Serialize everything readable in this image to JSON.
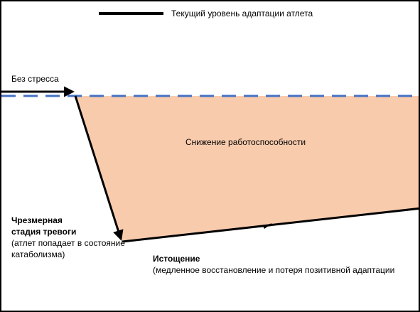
{
  "legend": {
    "label": "Текущий уровень адаптации атлета"
  },
  "labels": {
    "no_stress": "Без стресса",
    "performance_decline": "Снижение работоспособности",
    "alarm_title_line1": "Чрезмерная",
    "alarm_title_line2": "стадия тревоги",
    "alarm_desc_line1": "(атлет попадает в состояние",
    "alarm_desc_line2": "катаболизма)",
    "exhaustion_title": "Истощение",
    "exhaustion_desc": "(медленное восстановление и потеря позитивной адаптации"
  },
  "colors": {
    "baseline_dash": "#4472c4",
    "decline_fill": "#f8cbad",
    "curve": "#000000"
  }
}
